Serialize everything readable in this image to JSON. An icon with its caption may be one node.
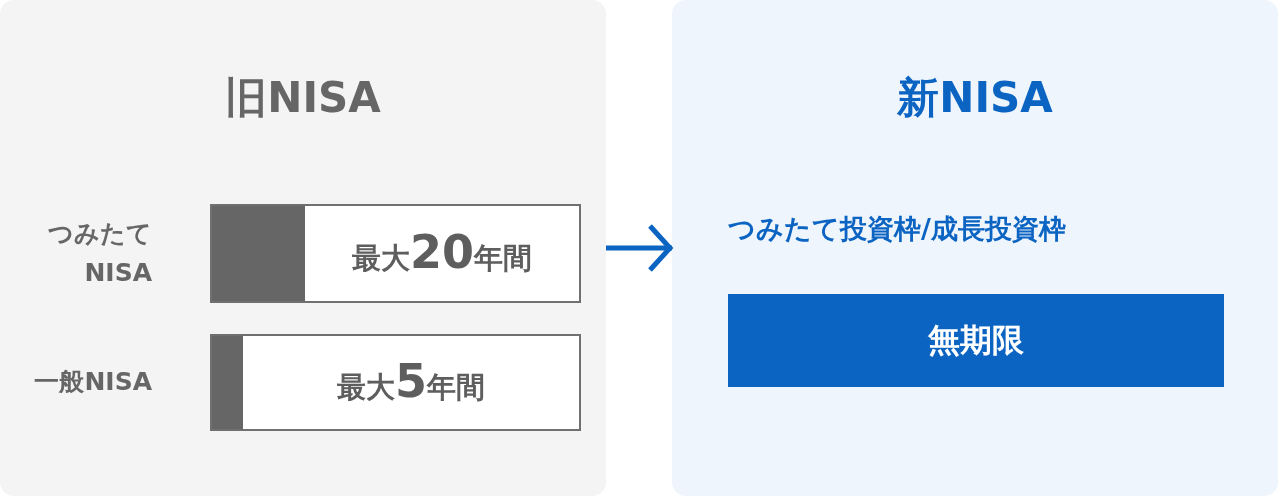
{
  "diagram": {
    "nodes": [
      {
        "text": [
          "旧NISA"
        ]
      },
      {
        "text": [
          "最大20年間"
        ],
        "in": 0,
        "beside": [
          "つみたてNISA"
        ]
      },
      {
        "text": [
          "最大5年間"
        ],
        "in": 0,
        "beside": [
          "一般NISA"
        ]
      },
      {
        "text": [
          "新NISA"
        ]
      },
      {
        "text": [
          "無期限"
        ],
        "in": 3,
        "beside": [
          "つみたて投資枠/成長投資枠"
        ]
      }
    ],
    "edges": [
      {
        "from": 0,
        "to": 3,
        "arrow": "to",
        "color": "#0b63c2"
      }
    ]
  }
}
